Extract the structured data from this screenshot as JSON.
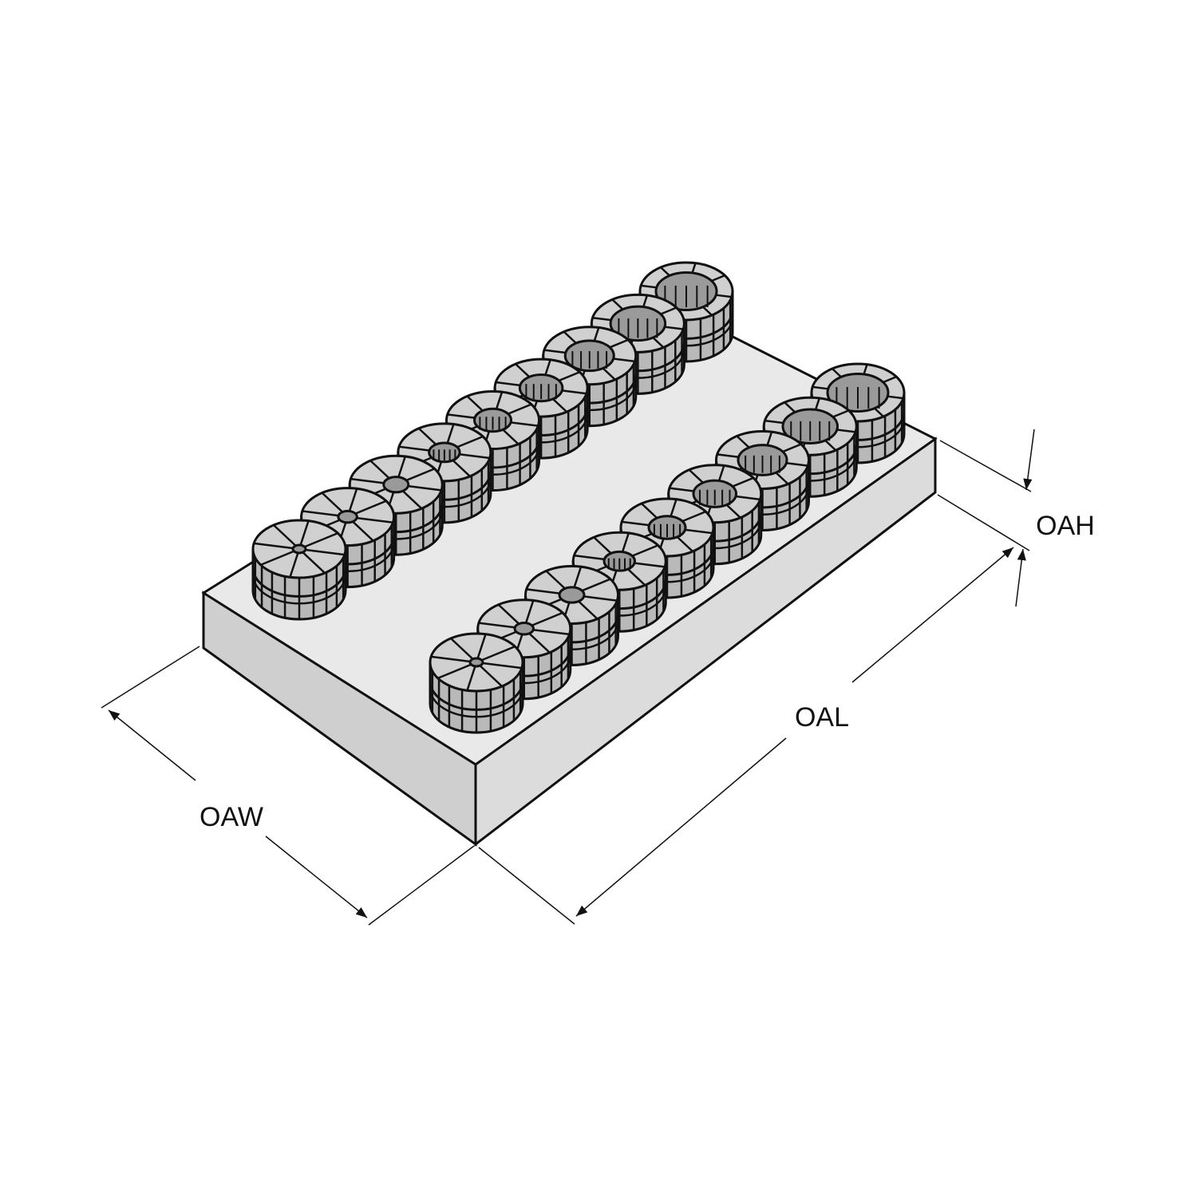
{
  "dimensions": {
    "width": "OAW",
    "length": "OAL",
    "height": "OAH"
  },
  "collet_rack": {
    "rows": 2,
    "columns": 9,
    "collet_count": 18
  },
  "colors": {
    "line": "#111111",
    "block_top": "#e9e9e9",
    "block_front": "#cfcfcf",
    "block_side": "#dcdcdc",
    "collet_body": "#b9b9b9",
    "collet_top": "#d0d0d0"
  }
}
